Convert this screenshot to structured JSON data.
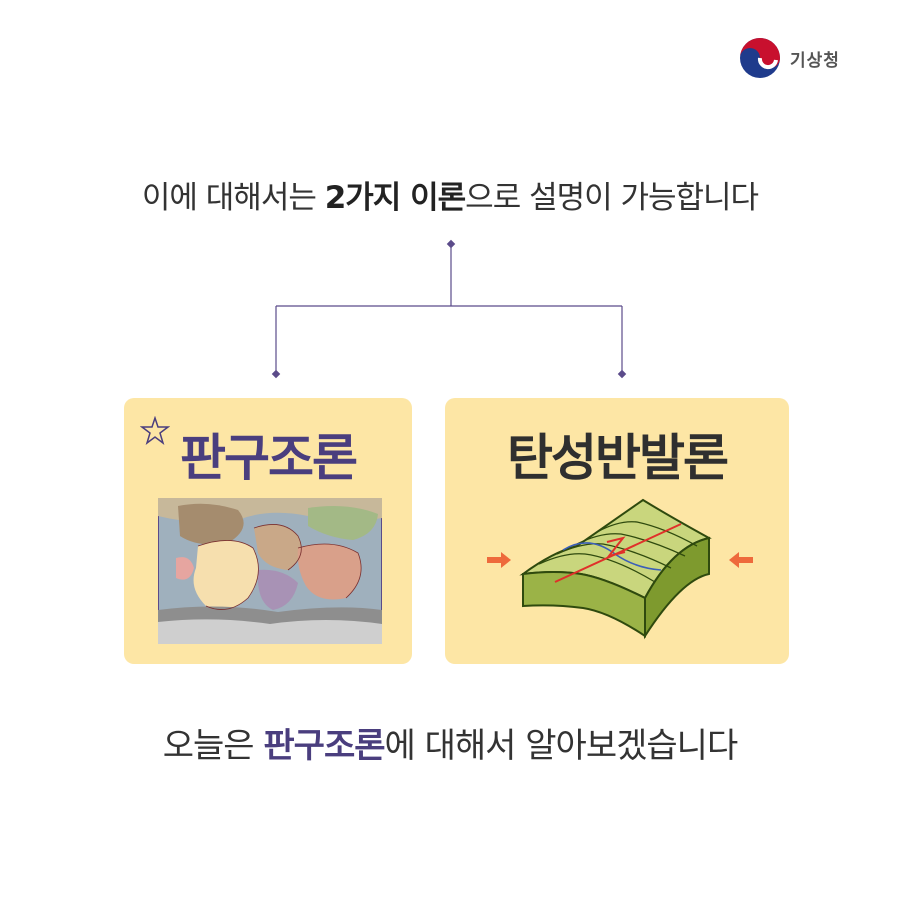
{
  "logo": {
    "text": "기상청",
    "icon": "taegeuk-icon"
  },
  "intro": {
    "pre": "이에 대해서는 ",
    "bold": "2가지 이론",
    "post": "으로 설명이 가능합니다"
  },
  "cards": [
    {
      "title": "판구조론",
      "image": "world-plate-map",
      "icon": "star-icon"
    },
    {
      "title": "탄성반발론",
      "image": "fault-block-diagram",
      "icon": "compression-arrow-icon"
    }
  ],
  "outro": {
    "pre": "오늘은 ",
    "highlight": "판구조론",
    "post": "에 대해서 알아보겠습니다"
  },
  "colors": {
    "card_bg": "#fde6a5",
    "accent_purple": "#4a3e7e",
    "connector": "#5b4b8a",
    "arrow": "#ee6a3c"
  }
}
